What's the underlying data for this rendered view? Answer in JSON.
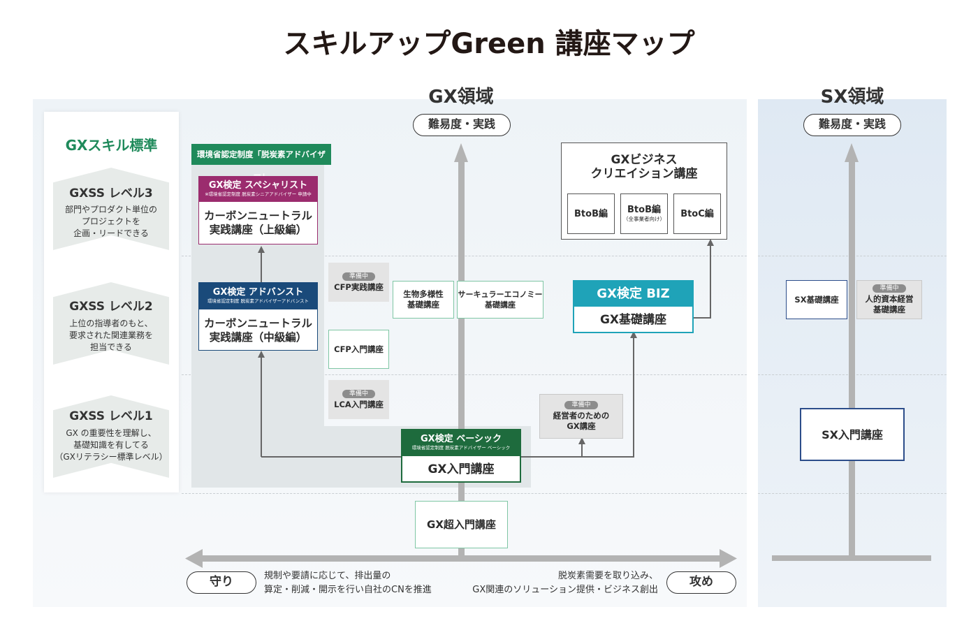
{
  "title": "スキルアップGreen 講座マップ",
  "gx_region": {
    "title": "GX領域",
    "axis_pill": "難易度・実践"
  },
  "sx_region": {
    "title": "SX領域",
    "axis_pill": "難易度・実践"
  },
  "standard": {
    "title": "GXスキル標準",
    "levels": [
      {
        "name": "GXSS レベル3",
        "desc": "部門やプロダクト単位の\nプロジェクトを\n企画・リードできる"
      },
      {
        "name": "GXSS レベル2",
        "desc": "上位の指導者のもと、\n要求された関連業務を\n担当できる"
      },
      {
        "name": "GXSS レベル1",
        "desc": "GX の重要性を理解し、\n基礎知識を有してる\n（GXリテラシー標準レベル）"
      }
    ]
  },
  "certified_label": "環境省認定制度「脱炭素アドバイザー」",
  "specialist": {
    "header": "GX検定 スペシャリスト",
    "sub": "※環境省認定制度 脱炭素シニアアドバイザー 申請中",
    "course": "カーボンニュートラル\n実践講座（上級編）"
  },
  "advanced": {
    "header": "GX検定 アドバンスト",
    "sub": "環境省認定制度 脱炭素アドバイザーアドバンスト",
    "course": "カーボンニュートラル\n実践講座（中級編）"
  },
  "basic": {
    "header": "GX検定 ベーシック",
    "sub": "環境省認定制度 脱炭素アドバイザー ベーシック",
    "course": "GX入門講座"
  },
  "biz": {
    "header": "GX検定 BIZ",
    "course": "GX基礎講座"
  },
  "business_creation": {
    "title": "GXビジネス\nクリエイション講座",
    "b2b": "BtoB編",
    "b2b_all": "BtoB編",
    "b2b_all_sub": "（全事業者向け）",
    "b2c": "BtoC編"
  },
  "preparing_label": "準備中",
  "courses": {
    "cfp_practice": "CFP実践講座",
    "cfp_intro": "CFP入門講座",
    "lca_intro": "LCA入門講座",
    "biodiversity": "生物多様性\n基礎講座",
    "circular": "サーキュラーエコノミー\n基礎講座",
    "executives": "経営者のための\nGX講座",
    "super_intro": "GX超入門講座",
    "sx_basic": "SX基礎講座",
    "human_capital": "人的資本経営\n基礎講座",
    "sx_intro": "SX入門講座"
  },
  "bottom": {
    "left_pill": "守り",
    "left_note": "規制や要請に応じて、排出量の\n算定・削減・開示を行い自社のCNを推進",
    "right_pill": "攻め",
    "right_note": "脱炭素需要を取り込み、\nGX関連のソリューション提供・ビジネス創出"
  },
  "colors": {
    "specialist": "#9b2c6e",
    "advanced": "#1a4a7a",
    "basic": "#1e6b3d",
    "biz": "#1fa3b8",
    "standard_title": "#1f8a5b",
    "light_green_border": "#7fc6a4",
    "sx_intro_border": "#2c4d8a"
  }
}
